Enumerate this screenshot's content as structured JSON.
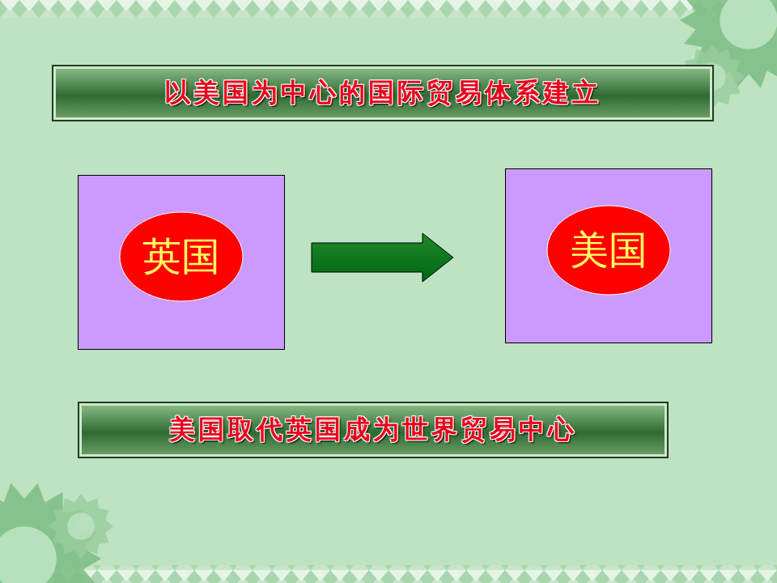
{
  "diagram": {
    "title": "以美国为中心的国际贸易体系建立",
    "caption": "美国取代英国成为世界贸易中心",
    "nodes": [
      {
        "text": [
          "英国"
        ]
      },
      {
        "text": [
          "美国"
        ]
      }
    ],
    "edges": [
      {
        "from": 0,
        "to": 1,
        "arrow": "to"
      }
    ]
  }
}
